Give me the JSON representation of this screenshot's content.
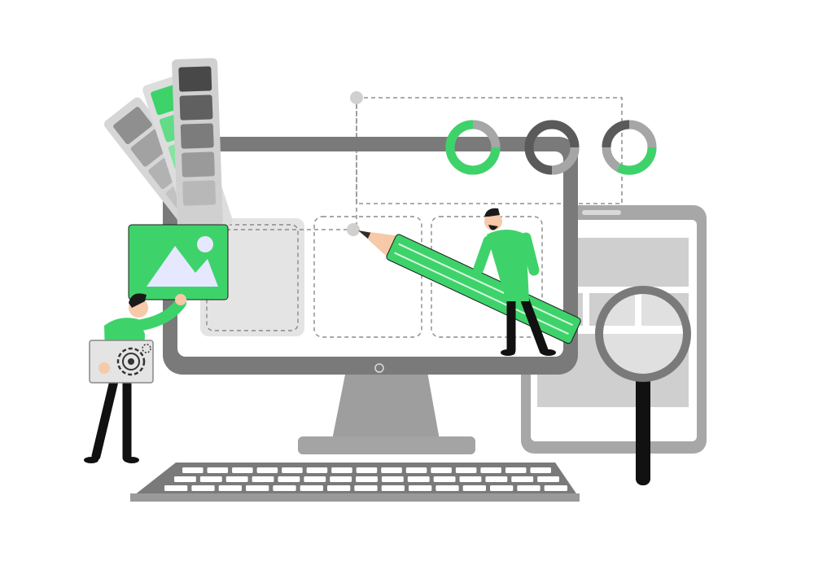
{
  "colors": {
    "accent_green": "#3ed36a",
    "light_green": "#7fe29b",
    "pale_green": "#bdeecb",
    "dark_gray": "#4a4a4a",
    "mid_gray": "#8d8d8d",
    "light_gray": "#cfcfcf",
    "screen_bg": "#ffffff",
    "skin": "#f6c9a8",
    "hair": "#1a1a1a"
  },
  "icons": [
    "monitor-icon",
    "keyboard-icon",
    "tablet-icon",
    "magnifier-icon",
    "pencil-icon",
    "image-icon",
    "gear-icon",
    "color-swatch-icon",
    "donut-chart-icon"
  ],
  "donuts": [
    {
      "name": "donut-1",
      "fraction": 0.75,
      "color": "#3ed36a"
    },
    {
      "name": "donut-2",
      "fraction": 0.25,
      "color": "#9a9a9a"
    },
    {
      "name": "donut-3",
      "fraction": 0.45,
      "color": "#3ed36a"
    }
  ]
}
